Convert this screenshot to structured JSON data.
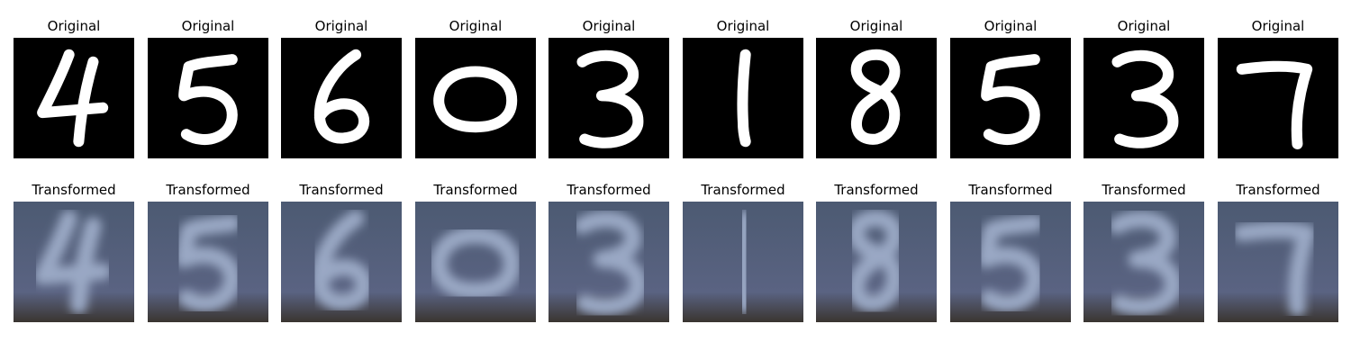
{
  "figure": {
    "rows": [
      {
        "title": "Original",
        "panels": [
          {
            "title": "Original",
            "digit": "4"
          },
          {
            "title": "Original",
            "digit": "5"
          },
          {
            "title": "Original",
            "digit": "6"
          },
          {
            "title": "Original",
            "digit": "0"
          },
          {
            "title": "Original",
            "digit": "3"
          },
          {
            "title": "Original",
            "digit": "1"
          },
          {
            "title": "Original",
            "digit": "8"
          },
          {
            "title": "Original",
            "digit": "5"
          },
          {
            "title": "Original",
            "digit": "3"
          },
          {
            "title": "Original",
            "digit": "7"
          }
        ]
      },
      {
        "title": "Transformed",
        "panels": [
          {
            "title": "Transformed",
            "digit": "4"
          },
          {
            "title": "Transformed",
            "digit": "5"
          },
          {
            "title": "Transformed",
            "digit": "6"
          },
          {
            "title": "Transformed",
            "digit": "0"
          },
          {
            "title": "Transformed",
            "digit": "3"
          },
          {
            "title": "Transformed",
            "digit": "1"
          },
          {
            "title": "Transformed",
            "digit": "8"
          },
          {
            "title": "Transformed",
            "digit": "5"
          },
          {
            "title": "Transformed",
            "digit": "3"
          },
          {
            "title": "Transformed",
            "digit": "7"
          }
        ]
      }
    ]
  },
  "colors": {
    "original_background": "#000000",
    "original_stroke": "#ffffff",
    "transformed_background": "#4a4f66",
    "transformed_stroke": "#9aa8c4"
  }
}
